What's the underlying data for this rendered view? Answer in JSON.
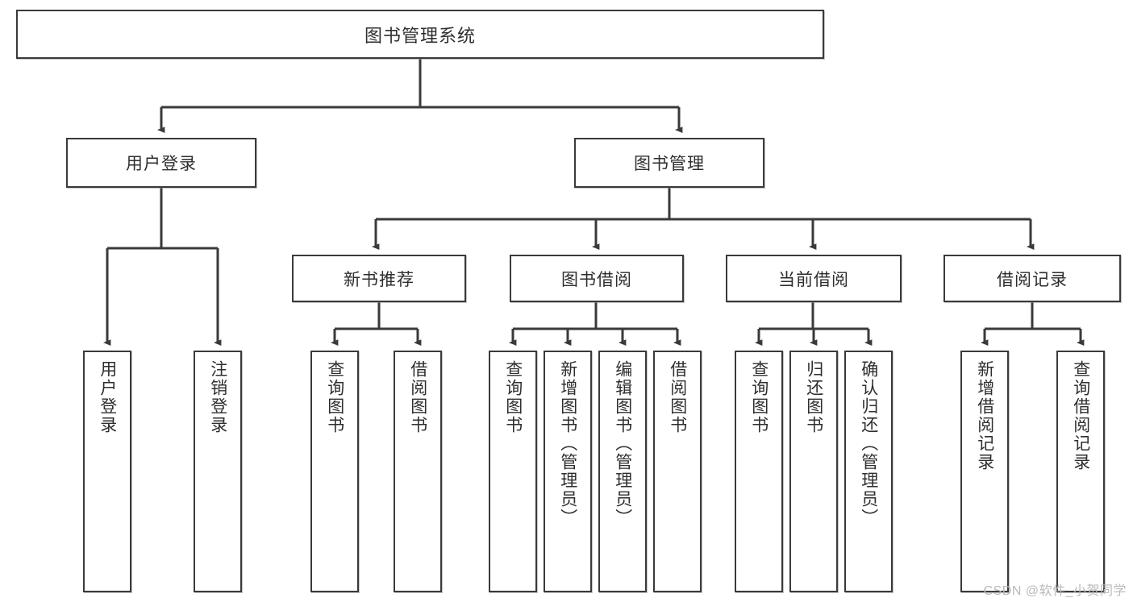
{
  "diagram": {
    "type": "tree-hierarchy",
    "title": "图书管理系统",
    "watermark": "CSDN @软件_小贺同学",
    "colors": {
      "box_border": "#3a3a3a",
      "box_fill": "#ffffff",
      "text": "#2e2e2e",
      "connector": "#3a3a3a",
      "watermark": "#b9b9b9",
      "background": "#ffffff"
    },
    "root": {
      "label": "图书管理系统"
    },
    "level1": [
      {
        "label": "用户登录"
      },
      {
        "label": "图书管理"
      }
    ],
    "level2": [
      {
        "label": "新书推荐"
      },
      {
        "label": "图书借阅"
      },
      {
        "label": "当前借阅"
      },
      {
        "label": "借阅记录"
      }
    ],
    "leaves": {
      "user_login": [
        {
          "label": "用户登录"
        },
        {
          "label": "注销登录"
        }
      ],
      "new_book_recommend": [
        {
          "label": "查询图书"
        },
        {
          "label": "借阅图书"
        }
      ],
      "book_borrow": [
        {
          "label": "查询图书"
        },
        {
          "label": "新增图书（管理员）"
        },
        {
          "label": "编辑图书（管理员）"
        },
        {
          "label": "借阅图书"
        }
      ],
      "current_borrow": [
        {
          "label": "查询图书"
        },
        {
          "label": "归还图书"
        },
        {
          "label": "确认归还（管理员）"
        }
      ],
      "borrow_record": [
        {
          "label": "新增借阅记录"
        },
        {
          "label": "查询借阅记录"
        }
      ]
    }
  }
}
